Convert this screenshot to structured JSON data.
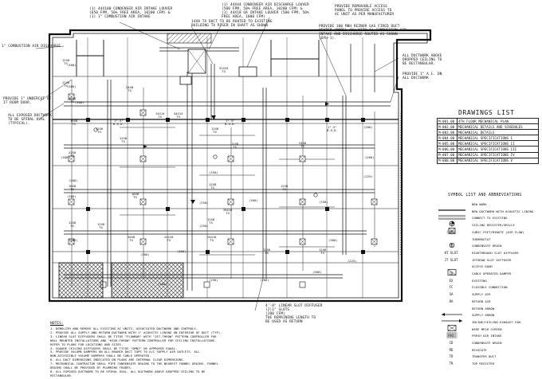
{
  "callouts_top": [
    "(1) 44X100 CONDENSER AIR INTAKE LOUVER\n(650 FPM, 50% FREE AREA, 10200 CFM) &\n(1) 1\" COMBUSTION AIR INTAKE",
    "(1) 44X44 CONDENSER AIR DISCHARGE LOUVER\n(500 FPM, 50% FREE AREA, 10200 CFM) &\n(1) 44X18 OA INTAKE LOUVER (500 FPM, 50%\nFREE AREA, 1000 CFM)",
    "PROVIDE REMOVABLE ACCESS\nPANEL TO PROVIDE ACCESS TO\nAC UNIT AS PER MANUFACTURER",
    "14X8 TX DUCT TO BE ROUTED TO EXISTING\nBUILDING TX RISER IN SHAFT AS SHOWN",
    "PROVIDE 300 MBH REZNOR GAS FIRED DUCT\nHEATER (MODEL XX) WITH 1\" COMBUSTION AIR\nINTAKE AND DISCHARGE ROUTED AS SHOWN\n(DFH-1)."
  ],
  "callouts_left": [
    "1\" COMBUSTION AIR DISCHARGE",
    "PROVIDE 1\" UNDERCUT OF\nIT ROOM DOOR.",
    "ALL EXPOSED DUCTWORK\nTO BE SPIRAL OVAL\n(TYPICAL)."
  ],
  "callouts_right": [
    "ALL DUCTWORK ABOVE\nDROPPED CEILING TO\nBE RECTANGULAR.",
    "PROVIDE 1\" A.L. ON\nALL DUCTWORK"
  ],
  "callout_bottom": "4'-8\" LINEAR SLOT DIFFUSER\n(2)1\" SLOTS\n(200 CFM)\nTHE REMAINING LENGTH TO\nBE USED AS RETURN",
  "plan_tags": {
    "duct_sizes": [
      "12X8",
      "12X8",
      "16X8",
      "16X8",
      "12X6",
      "12X8",
      "22X8",
      "18X8",
      "12X8",
      "12X8",
      "24X10",
      "28X10",
      "16X8",
      "12X8",
      "20X8",
      "12X6",
      "24X8",
      "24X10",
      "12X8",
      "14X14",
      "12X8",
      "24X8",
      "52X32",
      "44X14",
      "12X8",
      "12X8",
      "12X6"
    ],
    "cfm_values": [
      "(300)",
      "(300)",
      "(300)",
      "(300)",
      "(200)",
      "(300)",
      "(300)",
      "(250)",
      "(200)",
      "(200)",
      "(300)",
      "(300)",
      "(250)",
      "(250)",
      "(250)",
      "(225)",
      "(150)",
      "(300)",
      "(300)",
      "(300)",
      "(225)",
      "(200)",
      "(200)"
    ],
    "bod_labels": [
      "1\"-5\"\nB.O.D.",
      "1\"-5\"\nB.O.D.",
      "1\"-5\"\nB.O.D."
    ]
  },
  "drawings_list": {
    "title": "DRAWINGS LIST",
    "items": [
      {
        "num": "M-001.00",
        "title": "4TH FLOOR MECHANICAL PLAN"
      },
      {
        "num": "M-002.00",
        "title": "MECHANICAL DETAILS AND SCHEDULES"
      },
      {
        "num": "M-003.00",
        "title": "MECHANICAL DETAILS"
      },
      {
        "num": "M-004.00",
        "title": "MECHANICAL SPECIFICATIONS I"
      },
      {
        "num": "M-005.00",
        "title": "MECHANICAL SPECIFICATIONS II"
      },
      {
        "num": "M-006.00",
        "title": "MECHANICAL SPECIFICATIONS III"
      },
      {
        "num": "M-007.00",
        "title": "MECHANICAL SPECIFICATIONS IV"
      },
      {
        "num": "M-008.00",
        "title": "MECHANICAL SPECIFICATIONS V"
      }
    ]
  },
  "symbol_list": {
    "title": "SYMBOL LIST AND ABBREVIATIONS",
    "items": [
      {
        "code": "",
        "desc": "NEW WORK",
        "icon": "line-icon"
      },
      {
        "code": "",
        "desc": "NEW DUCTWORK WITH ACOUSTIC LINING",
        "icon": "lined-duct-icon"
      },
      {
        "code": "",
        "desc": "CONNECT TO EXISTING",
        "icon": "connect-icon"
      },
      {
        "code": "",
        "desc": "CEILING REGISTER/GRILLE",
        "icon": "grille-icon"
      },
      {
        "code": "(300)",
        "desc": "CUBIC FEET/MINUTE (AIR FLOW)",
        "icon": ""
      },
      {
        "code": "",
        "desc": "THERMOSTAT",
        "icon": "thermostat-icon"
      },
      {
        "code": "CD",
        "desc": "CONDENSATE DRAIN",
        "icon": ""
      },
      {
        "code": "HT SLOT",
        "desc": "HIGHTHROUGH SLOT DIFFUSER",
        "icon": ""
      },
      {
        "code": "JT SLOT",
        "desc": "JETHROW SLOT DIFFUSER",
        "icon": ""
      },
      {
        "code": "",
        "desc": "ACCESS DOOR",
        "icon": "access-door-icon"
      },
      {
        "code": "CD",
        "desc": "CABLE OPERATED DAMPER",
        "icon": ""
      },
      {
        "code": "EX",
        "desc": "EXISTING",
        "icon": ""
      },
      {
        "code": "FC",
        "desc": "FLEXIBLE CONNECTION",
        "icon": ""
      },
      {
        "code": "SA",
        "desc": "SUPPLY AIR",
        "icon": ""
      },
      {
        "code": "RA",
        "desc": "RETURN AIR",
        "icon": ""
      },
      {
        "code": "",
        "desc": "RETURN ARROW",
        "icon": "return-arrow-icon"
      },
      {
        "code": "",
        "desc": "SUPPLY ARROW",
        "icon": "supply-arrow-icon"
      },
      {
        "code": "",
        "desc": "INLINE/CEILING EXHAUST FAN",
        "icon": "exhaust-fan-icon"
      },
      {
        "code": "",
        "desc": "WIRE MESH SCREEN",
        "icon": "mesh-icon"
      },
      {
        "code": "FAI",
        "desc": "FRESH AIR INTAKE",
        "icon": ""
      },
      {
        "code": "CD",
        "desc": "CONDENSATE DRAIN",
        "icon": ""
      },
      {
        "code": "RD",
        "desc": "RELOCATE",
        "icon": ""
      },
      {
        "code": "TD",
        "desc": "TRANSFER DUCT",
        "icon": ""
      },
      {
        "code": "TR",
        "desc": "TOP REGISTER",
        "icon": ""
      }
    ]
  },
  "notes": {
    "heading": "NOTES:",
    "items": [
      "1. DEMOLISH AND REMOVE ALL EXISTING AC UNITS, ASSOCIATED DUCTWORK AND CONTROLS.",
      "2. PROVIDE ALL SUPPLY AND RETURN DUCTWORK WITH 1\" ACOUSTIC LINING ON INTERIOR OF DUCT (TYP).",
      "3. LINEAR SLOT DIFFUSERS SHALL BE TITUS \"FLOWBAR\" WITH \"JET-THROW\" PATTERN CONTROLLER FOR",
      "   WALL MOUNTED INSTALLATIONS AND \"HIGH-THROW\" PATTERN CONTROLLER FOR CEILING INSTALLATIONS.",
      "   REFER TO PLANS FOR LOCATIONS AND SIZES.",
      "4. SQUARE CEILING DIFFUSERS SHALL BE TITUS \"OMNI\" OR APPROVED EQUAL.",
      "5. PROVIDE VOLUME DAMPERS ON ALL BRANCH DUCT TAPS TO A/C SUPPLY AIR OUTLETS. ALL",
      "   NON-ACCESSIBLE VOLUME DAMPERS SHALL BE CABLE OPERATED.",
      "6. ALL DUCT DIMENSIONS INDICATED ON PLANS ARE INTERNAL CLEAR DIMENSIONS.",
      "7. MECHANICAL CONTRACTOR SHALL PIPE CONDENSATE DRAINS TO THE NEAREST FUNNEL DRAINS. FUNNEL",
      "   DRAINS SHALL BE PROVIDED BY PLUMBING TRADES.",
      "8. ALL EXPOSED DUCTWORK TO BE SPIRAL OVAL. ALL DUCTWORK ABOVE DROPPED CEILING TO BE",
      "   RECTANGULAR."
    ]
  }
}
